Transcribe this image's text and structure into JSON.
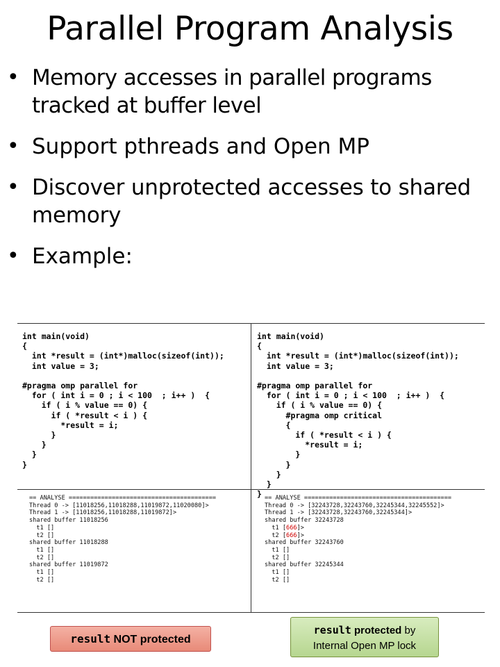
{
  "title": "Parallel Program Analysis",
  "bullets": [
    "Memory accesses in parallel programs tracked at buffer level",
    "Support pthreads and Open MP",
    "Discover unprotected accesses to shared memory",
    "Example:"
  ],
  "left_code": "int main(void)\n{\n  int *result = (int*)malloc(sizeof(int));\n  int value = 3;\n\n#pragma omp parallel for\n  for ( int i = 0 ; i < 100  ; i++ )  {\n    if ( i % value == 0) {\n      if ( *result < i ) {\n        *result = i;\n      }\n    }\n  }\n}",
  "right_code": "int main(void)\n{\n  int *result = (int*)malloc(sizeof(int));\n  int value = 3;\n\n#pragma omp parallel for\n  for ( int i = 0 ; i < 100  ; i++ )  {\n    if ( i % value == 0) {\n      #pragma omp critical\n      {\n        if ( *result < i ) {\n          *result = i;\n        }\n      }\n    }\n  }\n}",
  "left_output": [
    "== ANALYSE =========================================",
    "Thread 0 -> [11018256,11018288,11019872,11020080]>",
    "Thread 1 -> [11018256,11018288,11019872]>",
    "shared buffer 11018256",
    "  t1 []",
    "  t2 []",
    "shared buffer 11018288",
    "  t1 []",
    "  t2 []",
    "shared buffer 11019872",
    "  t1 []",
    "  t2 []"
  ],
  "right_output": {
    "header": "== ANALYSE =========================================",
    "thread0": "Thread 0 -> [32243728,32243760,32245344,32245552]>",
    "thread1": "Thread 1 -> [32243728,32243760,32245344]>",
    "buf1": "shared buffer 32243728",
    "buf1_t1_pre": "  t1 [",
    "buf1_t1_val": "666",
    "buf1_t1_post": "]>",
    "buf1_t2_pre": "  t2 [",
    "buf1_t2_val": "666",
    "buf1_t2_post": "]>",
    "buf2": "shared buffer 32243760",
    "buf2_t1": "  t1 []",
    "buf2_t2": "  t2 []",
    "buf3": "shared buffer 32245344",
    "buf3_t1": "  t1 []",
    "buf3_t2": "  t2 []"
  },
  "callouts": {
    "left": {
      "code": "result",
      "text": " NOT protected",
      "color": "#e88a78"
    },
    "right": {
      "code": "result",
      "bold": " protected",
      "line1_rest": " by",
      "line2": "Internal Open MP lock",
      "color": "#b6d68f"
    }
  }
}
